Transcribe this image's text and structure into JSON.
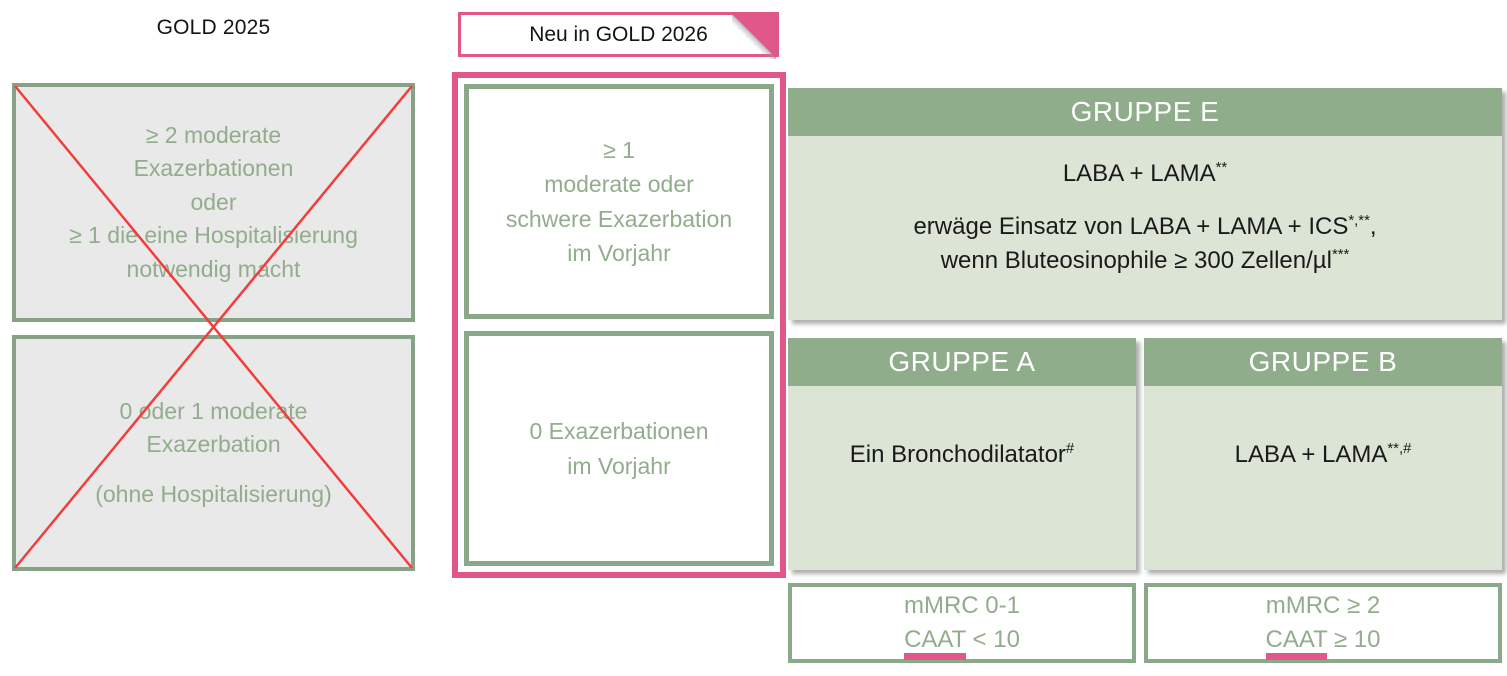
{
  "colors": {
    "pink": "#e0578a",
    "sage_header": "#8fac8b",
    "sage_body": "#dce4d6",
    "green_border": "#8aa88a",
    "green_text": "#93ac8d",
    "gray_box": "#e9e9e9",
    "red_cross": "#f23d3d"
  },
  "gold2025": {
    "title": "GOLD 2025",
    "box1": "≥ 2 moderate\nExazerbationen\noder\n≥ 1 die eine Hospitalisierung\nnotwendig macht",
    "box2_p1": "0 oder 1 moderate\nExazerbation",
    "box2_p2": "(ohne Hospitalisierung)"
  },
  "gold2026": {
    "badge": "Neu in GOLD 2026",
    "box1": "≥ 1\nmoderate oder\nschwere Exazerbation\nim Vorjahr",
    "box2": "0 Exazerbationen\nim Vorjahr"
  },
  "groups": {
    "e": {
      "title": "GRUPPE E",
      "line1": "LABA + LAMA",
      "line1_sup": "**",
      "line2": "erwäge Einsatz von LABA + LAMA + ICS",
      "line2_sup": "*,**",
      "line2_tail": ",",
      "line3": "wenn Bluteosinophile ≥ 300 Zellen/µl",
      "line3_sup": "***"
    },
    "a": {
      "title": "GRUPPE A",
      "body": "Ein Bronchodilatator",
      "body_sup": "#"
    },
    "b": {
      "title": "GRUPPE B",
      "body": "LABA + LAMA",
      "body_sup": "**,#"
    }
  },
  "criteria": {
    "a": {
      "line1": "mMRC 0-1",
      "caat": "CAAT",
      "rest": " < 10"
    },
    "b": {
      "line1": "mMRC ≥ 2",
      "caat": "CAAT",
      "rest": " ≥ 10"
    }
  }
}
